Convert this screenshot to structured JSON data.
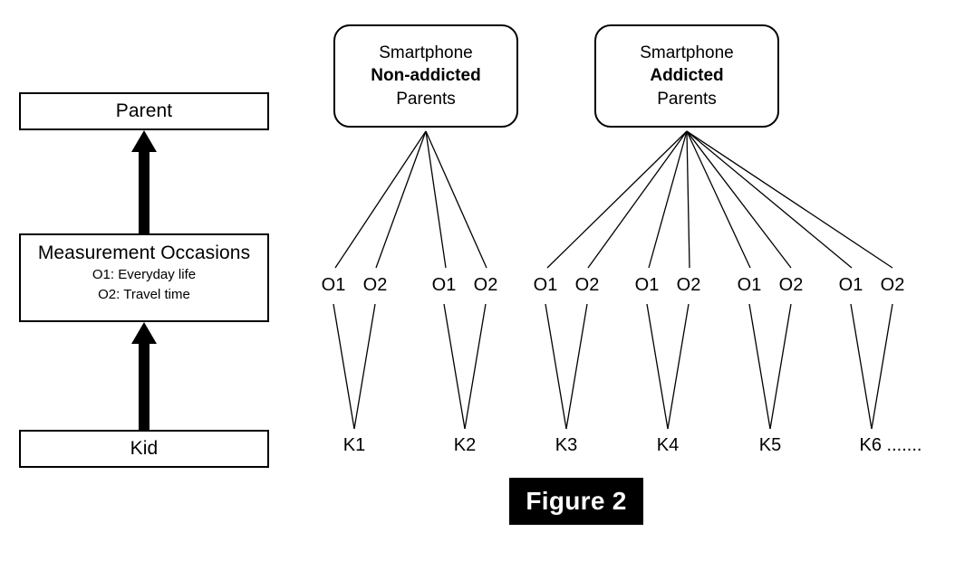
{
  "legend": {
    "parent": {
      "title": "Parent"
    },
    "occasions": {
      "title": "Measurement Occasions",
      "lines": [
        "O1: Everyday life",
        "O2: Travel time"
      ]
    },
    "kid": {
      "title": "Kid"
    },
    "arrows": [
      {
        "name": "kid-to-occasions",
        "direction": "up"
      },
      {
        "name": "occasions-to-parent",
        "direction": "up"
      }
    ]
  },
  "tree": {
    "groups": [
      {
        "id": "nonaddicted",
        "line1": "Smartphone",
        "line2": "Non-addicted",
        "line3": "Parents",
        "kid_count": 2
      },
      {
        "id": "addicted",
        "line1": "Smartphone",
        "line2": "Addicted",
        "line3": "Parents",
        "kid_count": 4
      }
    ],
    "occasion_labels": [
      "O1",
      "O2",
      "O1",
      "O2",
      "O1",
      "O2",
      "O1",
      "O2",
      "O1",
      "O2",
      "O1",
      "O2"
    ],
    "kid_labels": [
      "K1",
      "K2",
      "K3",
      "K4",
      "K5",
      "K6 ......."
    ]
  },
  "caption": {
    "label": "Figure 2"
  },
  "colors": {
    "stroke": "#000000",
    "background": "#ffffff",
    "badge_background": "#000000",
    "badge_text": "#ffffff"
  },
  "chart_data": {
    "type": "diagram",
    "title": "Figure 2",
    "description": "Multilevel nesting structure: measurement occasions nested within kids, kids nested within parents, split by smartphone-addiction group.",
    "levels": [
      "Parent",
      "Measurement Occasions",
      "Kid"
    ],
    "occasion_definitions": {
      "O1": "Everyday life",
      "O2": "Travel time"
    },
    "groups": [
      {
        "name": "Smartphone Non-addicted Parents",
        "kids": [
          {
            "id": "K1",
            "occasions": [
              "O1",
              "O2"
            ]
          },
          {
            "id": "K2",
            "occasions": [
              "O1",
              "O2"
            ]
          }
        ]
      },
      {
        "name": "Smartphone Addicted Parents",
        "kids": [
          {
            "id": "K3",
            "occasions": [
              "O1",
              "O2"
            ]
          },
          {
            "id": "K4",
            "occasions": [
              "O1",
              "O2"
            ]
          },
          {
            "id": "K5",
            "occasions": [
              "O1",
              "O2"
            ]
          },
          {
            "id": "K6 .......",
            "occasions": [
              "O1",
              "O2"
            ]
          }
        ]
      }
    ]
  }
}
